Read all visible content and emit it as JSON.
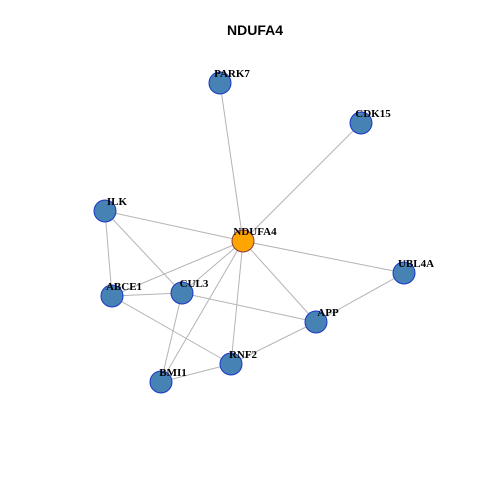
{
  "title": "NDUFA4",
  "colors": {
    "center_fill": "#FFA500",
    "center_stroke": "#8B3A3A",
    "node_fill": "#4682B4",
    "node_stroke": "#1A35C8",
    "edge": "#B4B4B4"
  },
  "nodes": [
    {
      "id": "NDUFA4",
      "label": "NDUFA4",
      "center": true
    },
    {
      "id": "PARK7",
      "label": "PARK7"
    },
    {
      "id": "CDK15",
      "label": "CDK15"
    },
    {
      "id": "ILK",
      "label": "ILK"
    },
    {
      "id": "UBL4A",
      "label": "UBL4A"
    },
    {
      "id": "ABCE1",
      "label": "ABCE1"
    },
    {
      "id": "CUL3",
      "label": "CUL3"
    },
    {
      "id": "APP",
      "label": "APP"
    },
    {
      "id": "RNF2",
      "label": "RNF2"
    },
    {
      "id": "BMI1",
      "label": "BMI1"
    }
  ],
  "edges": [
    [
      "NDUFA4",
      "PARK7"
    ],
    [
      "NDUFA4",
      "CDK15"
    ],
    [
      "NDUFA4",
      "ILK"
    ],
    [
      "NDUFA4",
      "UBL4A"
    ],
    [
      "NDUFA4",
      "ABCE1"
    ],
    [
      "NDUFA4",
      "CUL3"
    ],
    [
      "NDUFA4",
      "APP"
    ],
    [
      "NDUFA4",
      "RNF2"
    ],
    [
      "NDUFA4",
      "BMI1"
    ],
    [
      "ILK",
      "ABCE1"
    ],
    [
      "ILK",
      "CUL3"
    ],
    [
      "ABCE1",
      "CUL3"
    ],
    [
      "ABCE1",
      "RNF2"
    ],
    [
      "CUL3",
      "APP"
    ],
    [
      "CUL3",
      "BMI1"
    ],
    [
      "APP",
      "UBL4A"
    ],
    [
      "APP",
      "RNF2"
    ],
    [
      "RNF2",
      "BMI1"
    ]
  ]
}
